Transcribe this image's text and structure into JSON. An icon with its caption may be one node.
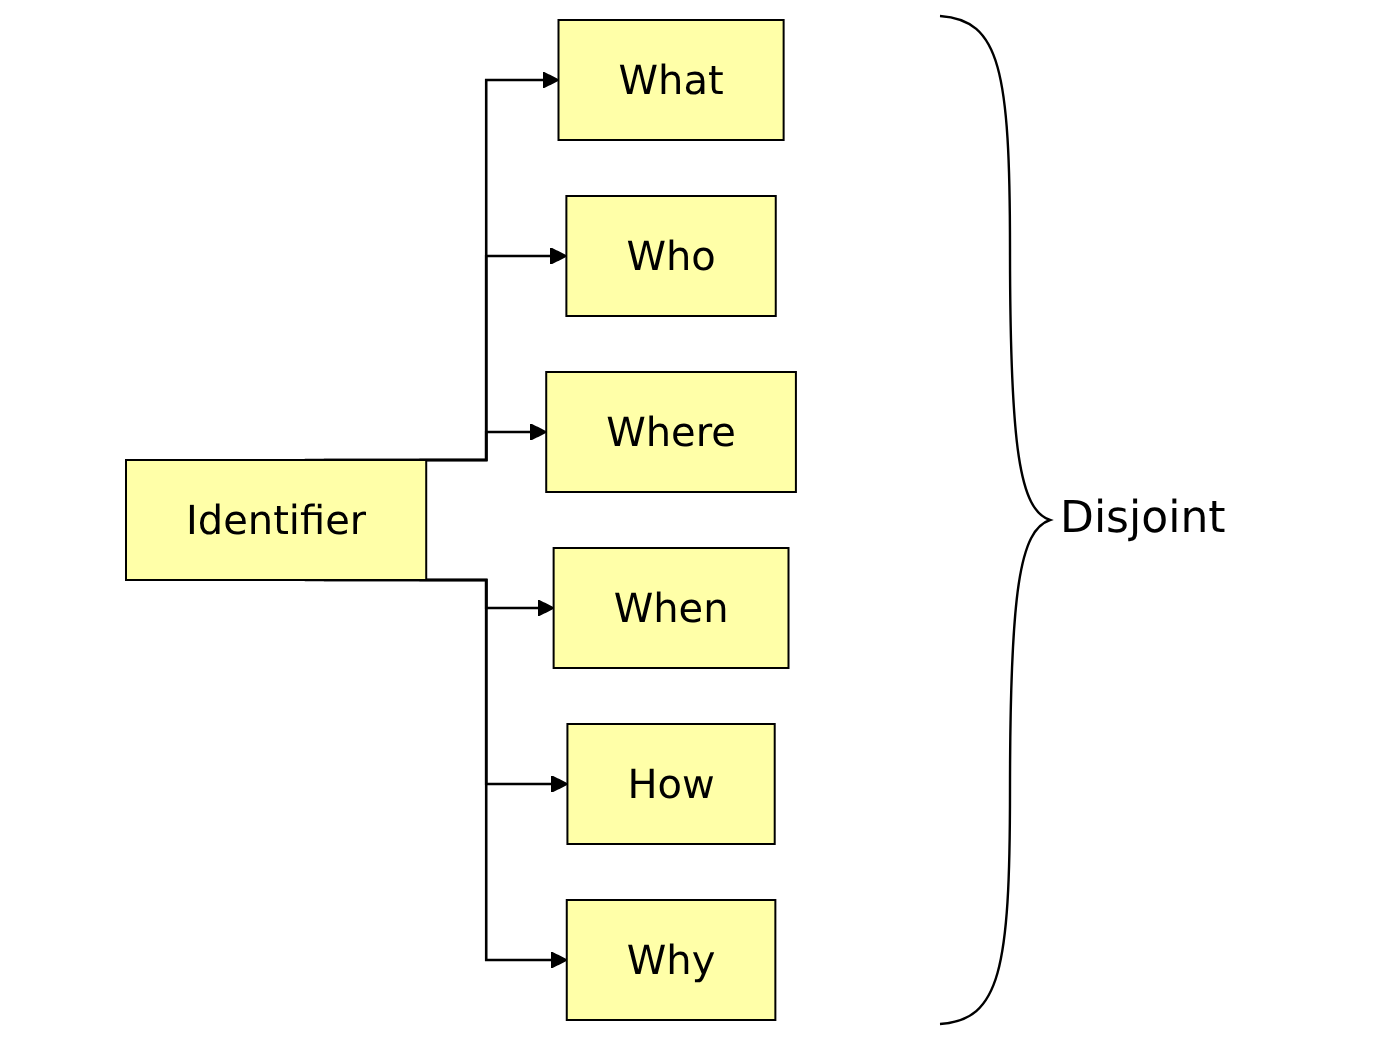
{
  "diagram": {
    "nodes": [
      {
        "text": [
          "Identifier"
        ]
      },
      {
        "text": [
          "What"
        ]
      },
      {
        "text": [
          "Who"
        ]
      },
      {
        "text": [
          "Where"
        ]
      },
      {
        "text": [
          "When"
        ]
      },
      {
        "text": [
          "How"
        ]
      },
      {
        "text": [
          "Why"
        ]
      }
    ],
    "edges": [
      {
        "from": 0,
        "to": 1,
        "arrow": "to"
      },
      {
        "from": 0,
        "to": 2,
        "arrow": "to"
      },
      {
        "from": 0,
        "to": 3,
        "arrow": "to"
      },
      {
        "from": 0,
        "to": 4,
        "arrow": "to"
      },
      {
        "from": 0,
        "to": 5,
        "arrow": "to"
      },
      {
        "from": 0,
        "to": 6,
        "arrow": "to"
      }
    ],
    "labels": [
      "Disjoint"
    ]
  }
}
